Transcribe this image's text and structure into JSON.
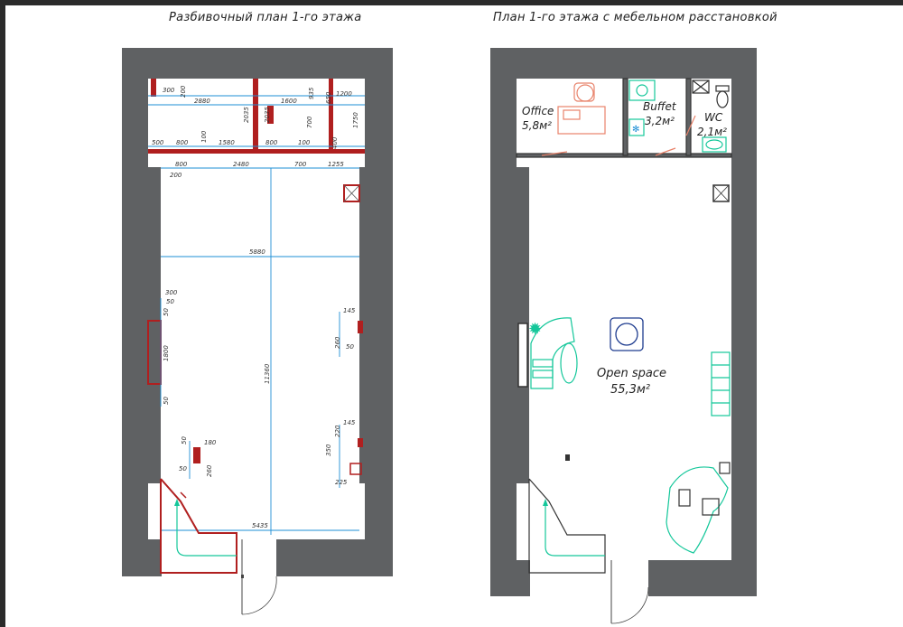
{
  "titles": {
    "left": "Разбивочный план 1-го этажа",
    "right": "План 1-го этажа с мебельном расстановкой"
  },
  "colors": {
    "wall": "#5f6163",
    "dimension_line": "#1e8fd6",
    "partition": "#b01f1f",
    "furniture": "#14c79a",
    "office_furniture": "#e8826a",
    "door": "#e8826a"
  },
  "dimensions_left": {
    "d300": "300",
    "d200a": "200",
    "d2880": "2880",
    "d2035a": "2035",
    "d2035b": "2035",
    "d1600": "1600",
    "d935": "935",
    "d650": "650",
    "d1200": "1200",
    "d700a": "700",
    "d1750": "1750",
    "d500": "500",
    "d800a": "800",
    "d100a": "100",
    "d1580": "1580",
    "d800b": "800",
    "d100b": "100",
    "d400": "400",
    "d800c": "800",
    "d2480": "2480",
    "d700b": "700",
    "d1255": "1255",
    "d200b": "200",
    "d5880": "5880",
    "d300b": "300",
    "d50a": "50",
    "d50b": "50",
    "d1800": "1800",
    "d50c": "50",
    "d11360": "11360",
    "d145a": "145",
    "d260a": "260",
    "d50d": "50",
    "d220": "220",
    "d145b": "145",
    "d350": "350",
    "d50e": "50",
    "d180": "180",
    "d50f": "50",
    "d260b": "260",
    "d225": "225",
    "d5435": "5435"
  },
  "rooms": {
    "office_name": "Office",
    "office_area": "5,8м²",
    "buffet_name": "Buffet",
    "buffet_area": "3,2м²",
    "wc_name": "WC",
    "wc_area": "2,1м²",
    "open_name": "Open space",
    "open_area": "55,3м²"
  }
}
